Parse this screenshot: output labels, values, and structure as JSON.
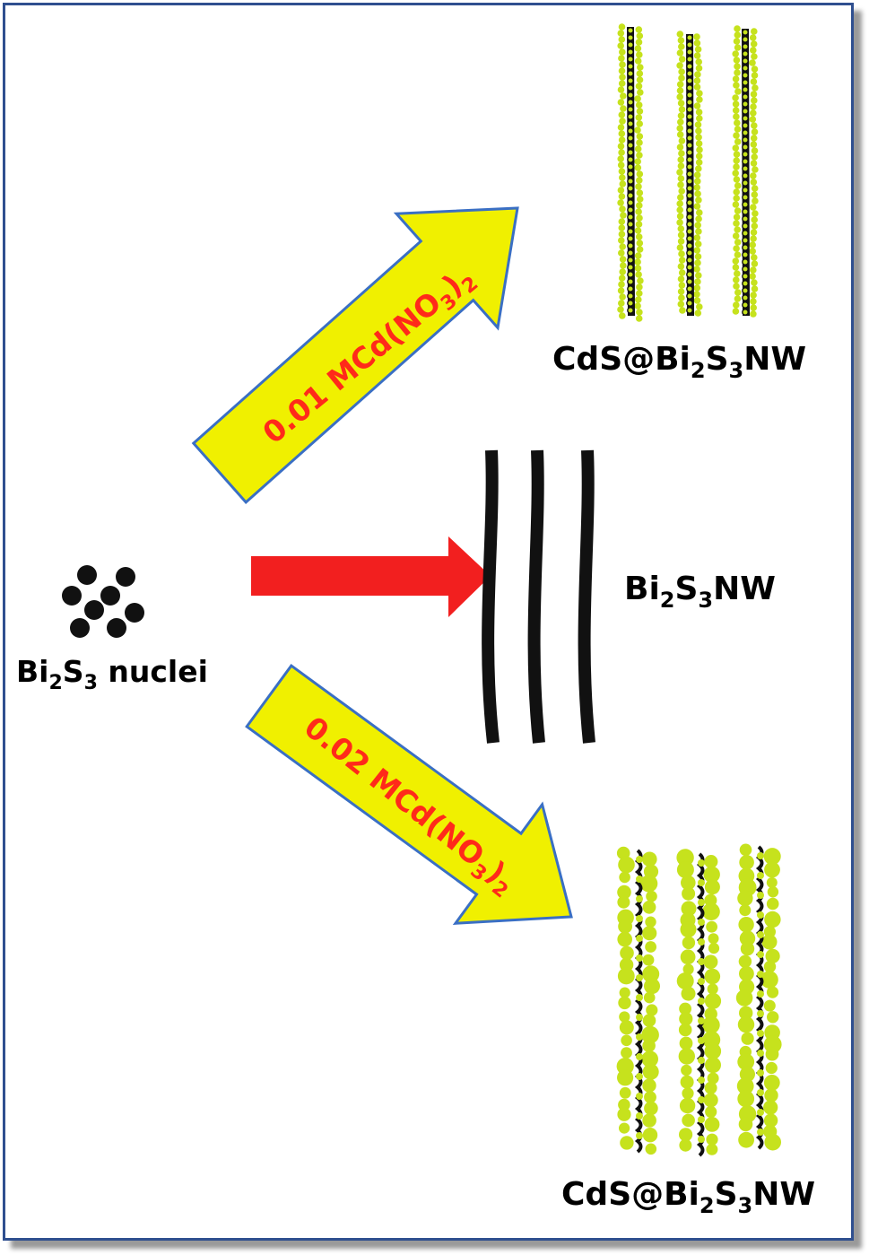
{
  "labels": {
    "nuclei": {
      "p1": "Bi",
      "s1": "2",
      "p2": "S",
      "s2": "3",
      "p3": " nuclei"
    },
    "nanowire": {
      "p1": "Bi",
      "s1": "2",
      "p2": "S",
      "s2": "3",
      "p3": "NW"
    },
    "product_top": {
      "p1": "CdS@Bi",
      "s1": "2",
      "p2": "S",
      "s2": "3",
      "p3": "NW"
    },
    "product_bottom": {
      "p1": "CdS@Bi",
      "s1": "2",
      "p2": "S",
      "s2": "3",
      "p3": "NW"
    }
  },
  "arrows": {
    "upper": {
      "p1": "0.01 MCd(NO",
      "s1": "3",
      "p2": ")",
      "s2": "2"
    },
    "lower": {
      "p1": "0.02 MCd(NO",
      "s1": "3",
      "p2": ")",
      "s2": "2"
    }
  },
  "colors": {
    "arrow_fill": "#f0f000",
    "arrow_outline": "#3a6fc4",
    "arrow_text": "#ff2a1a",
    "direct_arrow": "#f21f1f",
    "cds_particle": "#c6e21d",
    "wire": "#111111",
    "frame": "#2f4f8f"
  }
}
